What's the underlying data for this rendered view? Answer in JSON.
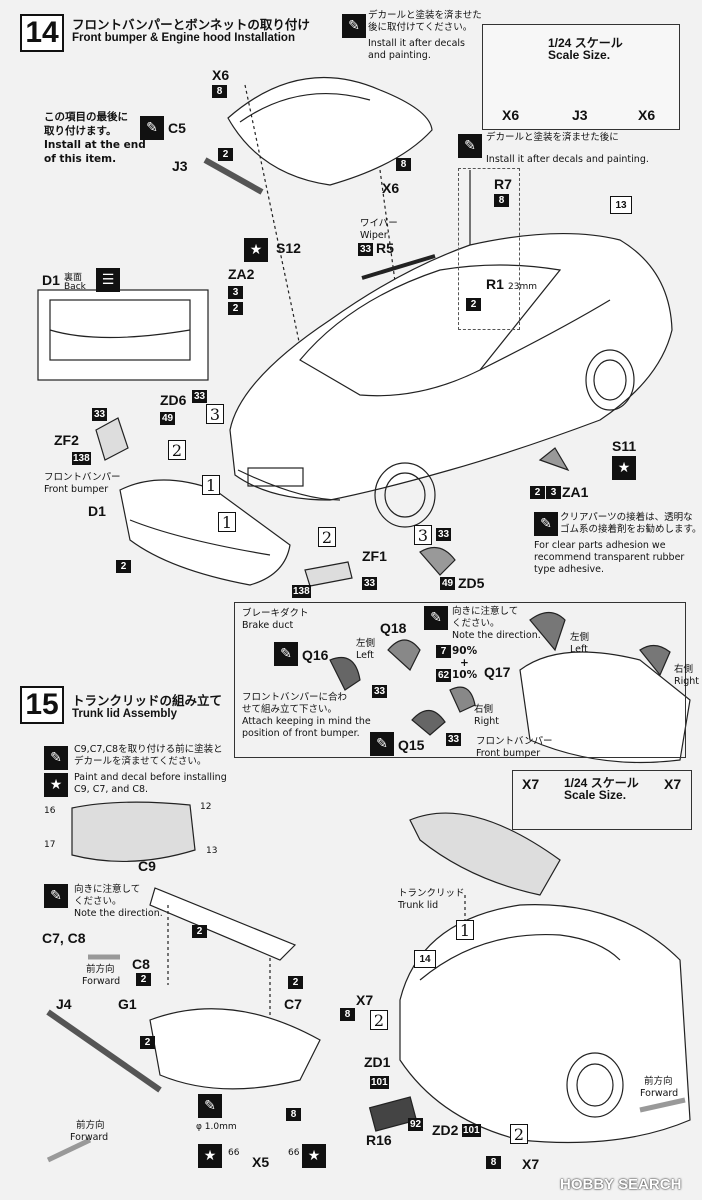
{
  "step14": {
    "number": "14",
    "title_jp": "フロントバンパーとボンネットの取り付け",
    "title_en": "Front bumper & Engine hood Installation",
    "decal_note_jp1": "デカールと塗装を済ませた",
    "decal_note_jp2": "後に取付けてください。",
    "decal_note_en1": "Install it after decals",
    "decal_note_en2": "and painting.",
    "last_note_jp1": "この項目の最後に",
    "last_note_jp2": "取り付けます。",
    "last_note_en1": "Install at the end",
    "last_note_en2": "of this item.",
    "scale_jp": "1/24 スケール",
    "scale_en": "Scale Size.",
    "antenna_note_jp": "デカールと塗装を済ませた後に",
    "antenna_note_en": "Install it after decals and painting.",
    "wiper_jp": "ワイパー",
    "wiper_en": "Wiper",
    "back_jp": "裏面",
    "back_en": "Back",
    "front_bumper_jp": "フロントバンパー",
    "front_bumper_en": "Front bumper",
    "clear_note_jp1": "クリアパーツの接着は、透明な",
    "clear_note_jp2": "ゴム系の接着剤をお勧めします。",
    "clear_note_en1": "For clear parts adhesion we",
    "clear_note_en2": "recommend transparent rubber",
    "clear_note_en3": "type adhesive.",
    "brake_jp": "ブレーキダクト",
    "brake_en": "Brake duct",
    "direction_jp1": "向きに注意して",
    "direction_jp2": "ください。",
    "direction_en": "Note the direction.",
    "left_jp": "左側",
    "left_en": "Left",
    "right_jp": "右側",
    "right_en": "Right",
    "attach_jp1": "フロントバンパーに合わ",
    "attach_jp2": "せて組み立て下さい。",
    "attach_en1": "Attach keeping in mind the",
    "attach_en2": "position of front bumper.",
    "mix1": "90%",
    "mix_plus": "+",
    "mix2": "10%",
    "r1_size": "23mm",
    "ref_step": "13",
    "parts": {
      "X6": "X6",
      "C5": "C5",
      "J3": "J3",
      "S12": "S12",
      "ZA2": "ZA2",
      "R5": "R5",
      "R7": "R7",
      "R1": "R1",
      "D1": "D1",
      "ZD6": "ZD6",
      "ZF2": "ZF2",
      "S11": "S11",
      "ZA1": "ZA1",
      "ZF1": "ZF1",
      "ZD5": "ZD5",
      "Q18": "Q18",
      "Q16": "Q16",
      "Q17": "Q17",
      "Q15": "Q15"
    },
    "paints": {
      "p8": "8",
      "p2": "2",
      "p3": "3",
      "p33": "33",
      "p49": "49",
      "p138": "138",
      "p7": "7",
      "p62": "62"
    },
    "steps": {
      "s1": "1",
      "s2": "2",
      "s3": "3"
    }
  },
  "step15": {
    "number": "15",
    "title_jp": "トランクリッドの組み立て",
    "title_en": "Trunk lid Assembly",
    "paint_note_jp1": "C9,C7,C8を取り付ける前に塗装と",
    "paint_note_jp2": "デカールを済ませてください。",
    "paint_note_en1": "Paint and decal before installing",
    "paint_note_en2": "C9, C7, and C8.",
    "decal_nums": [
      "16",
      "12",
      "17",
      "13"
    ],
    "direction_jp1": "向きに注意して",
    "direction_jp2": "ください。",
    "direction_en": "Note the direction.",
    "forward_jp": "前方向",
    "forward_en": "Forward",
    "hole": "φ 1.0mm",
    "trunk_jp": "トランクリッド",
    "trunk_en": "Trunk lid",
    "scale_jp": "1/24 スケール",
    "scale_en": "Scale Size.",
    "ref_step": "14",
    "parts": {
      "C9": "C9",
      "C7C8": "C7, C8",
      "C8": "C8",
      "C7": "C7",
      "J4": "J4",
      "G1": "G1",
      "X5": "X5",
      "X7": "X7",
      "ZD1": "ZD1",
      "R16": "R16",
      "ZD2": "ZD2"
    },
    "paints": {
      "p2": "2",
      "p8": "8",
      "p66": "66",
      "p101": "101",
      "p92": "92"
    },
    "steps": {
      "s1": "1",
      "s2": "2"
    }
  },
  "watermark": "HOBBY SEARCH",
  "icons": {
    "glue": "glue-bottle-icon",
    "decal": "star-decal-icon",
    "arrow": "forward-arrow-icon"
  }
}
